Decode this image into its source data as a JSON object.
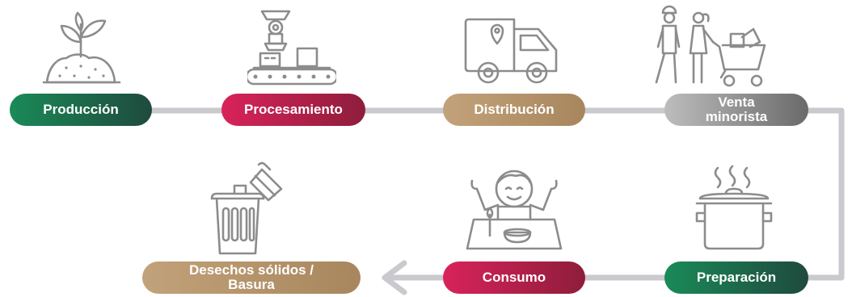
{
  "colors": {
    "green": [
      "#1a8a58",
      "#1f4a3e"
    ],
    "crimson": [
      "#d8235a",
      "#8e1d3b"
    ],
    "tan": [
      "#c2a27a",
      "#a8865d"
    ],
    "grey": [
      "#bdbdbd",
      "#6a6a6a"
    ],
    "line": "#c9c9ce",
    "icon": "#8c8c8c"
  },
  "stages": [
    {
      "label": "Producción",
      "icon": "seedling-icon",
      "color": "green"
    },
    {
      "label": "Procesamiento",
      "icon": "conveyor-machine-icon",
      "color": "crimson"
    },
    {
      "label": "Distribución",
      "icon": "delivery-truck-icon",
      "color": "tan"
    },
    {
      "label": "Venta minorista",
      "icon": "shoppers-cart-icon",
      "color": "grey"
    },
    {
      "label": "Preparación",
      "icon": "cooking-pot-icon",
      "color": "green"
    },
    {
      "label": "Consumo",
      "icon": "child-eating-icon",
      "color": "crimson"
    },
    {
      "label": "Desechos sólidos / Basura",
      "icon": "trash-bin-icon",
      "color": "tan"
    }
  ]
}
